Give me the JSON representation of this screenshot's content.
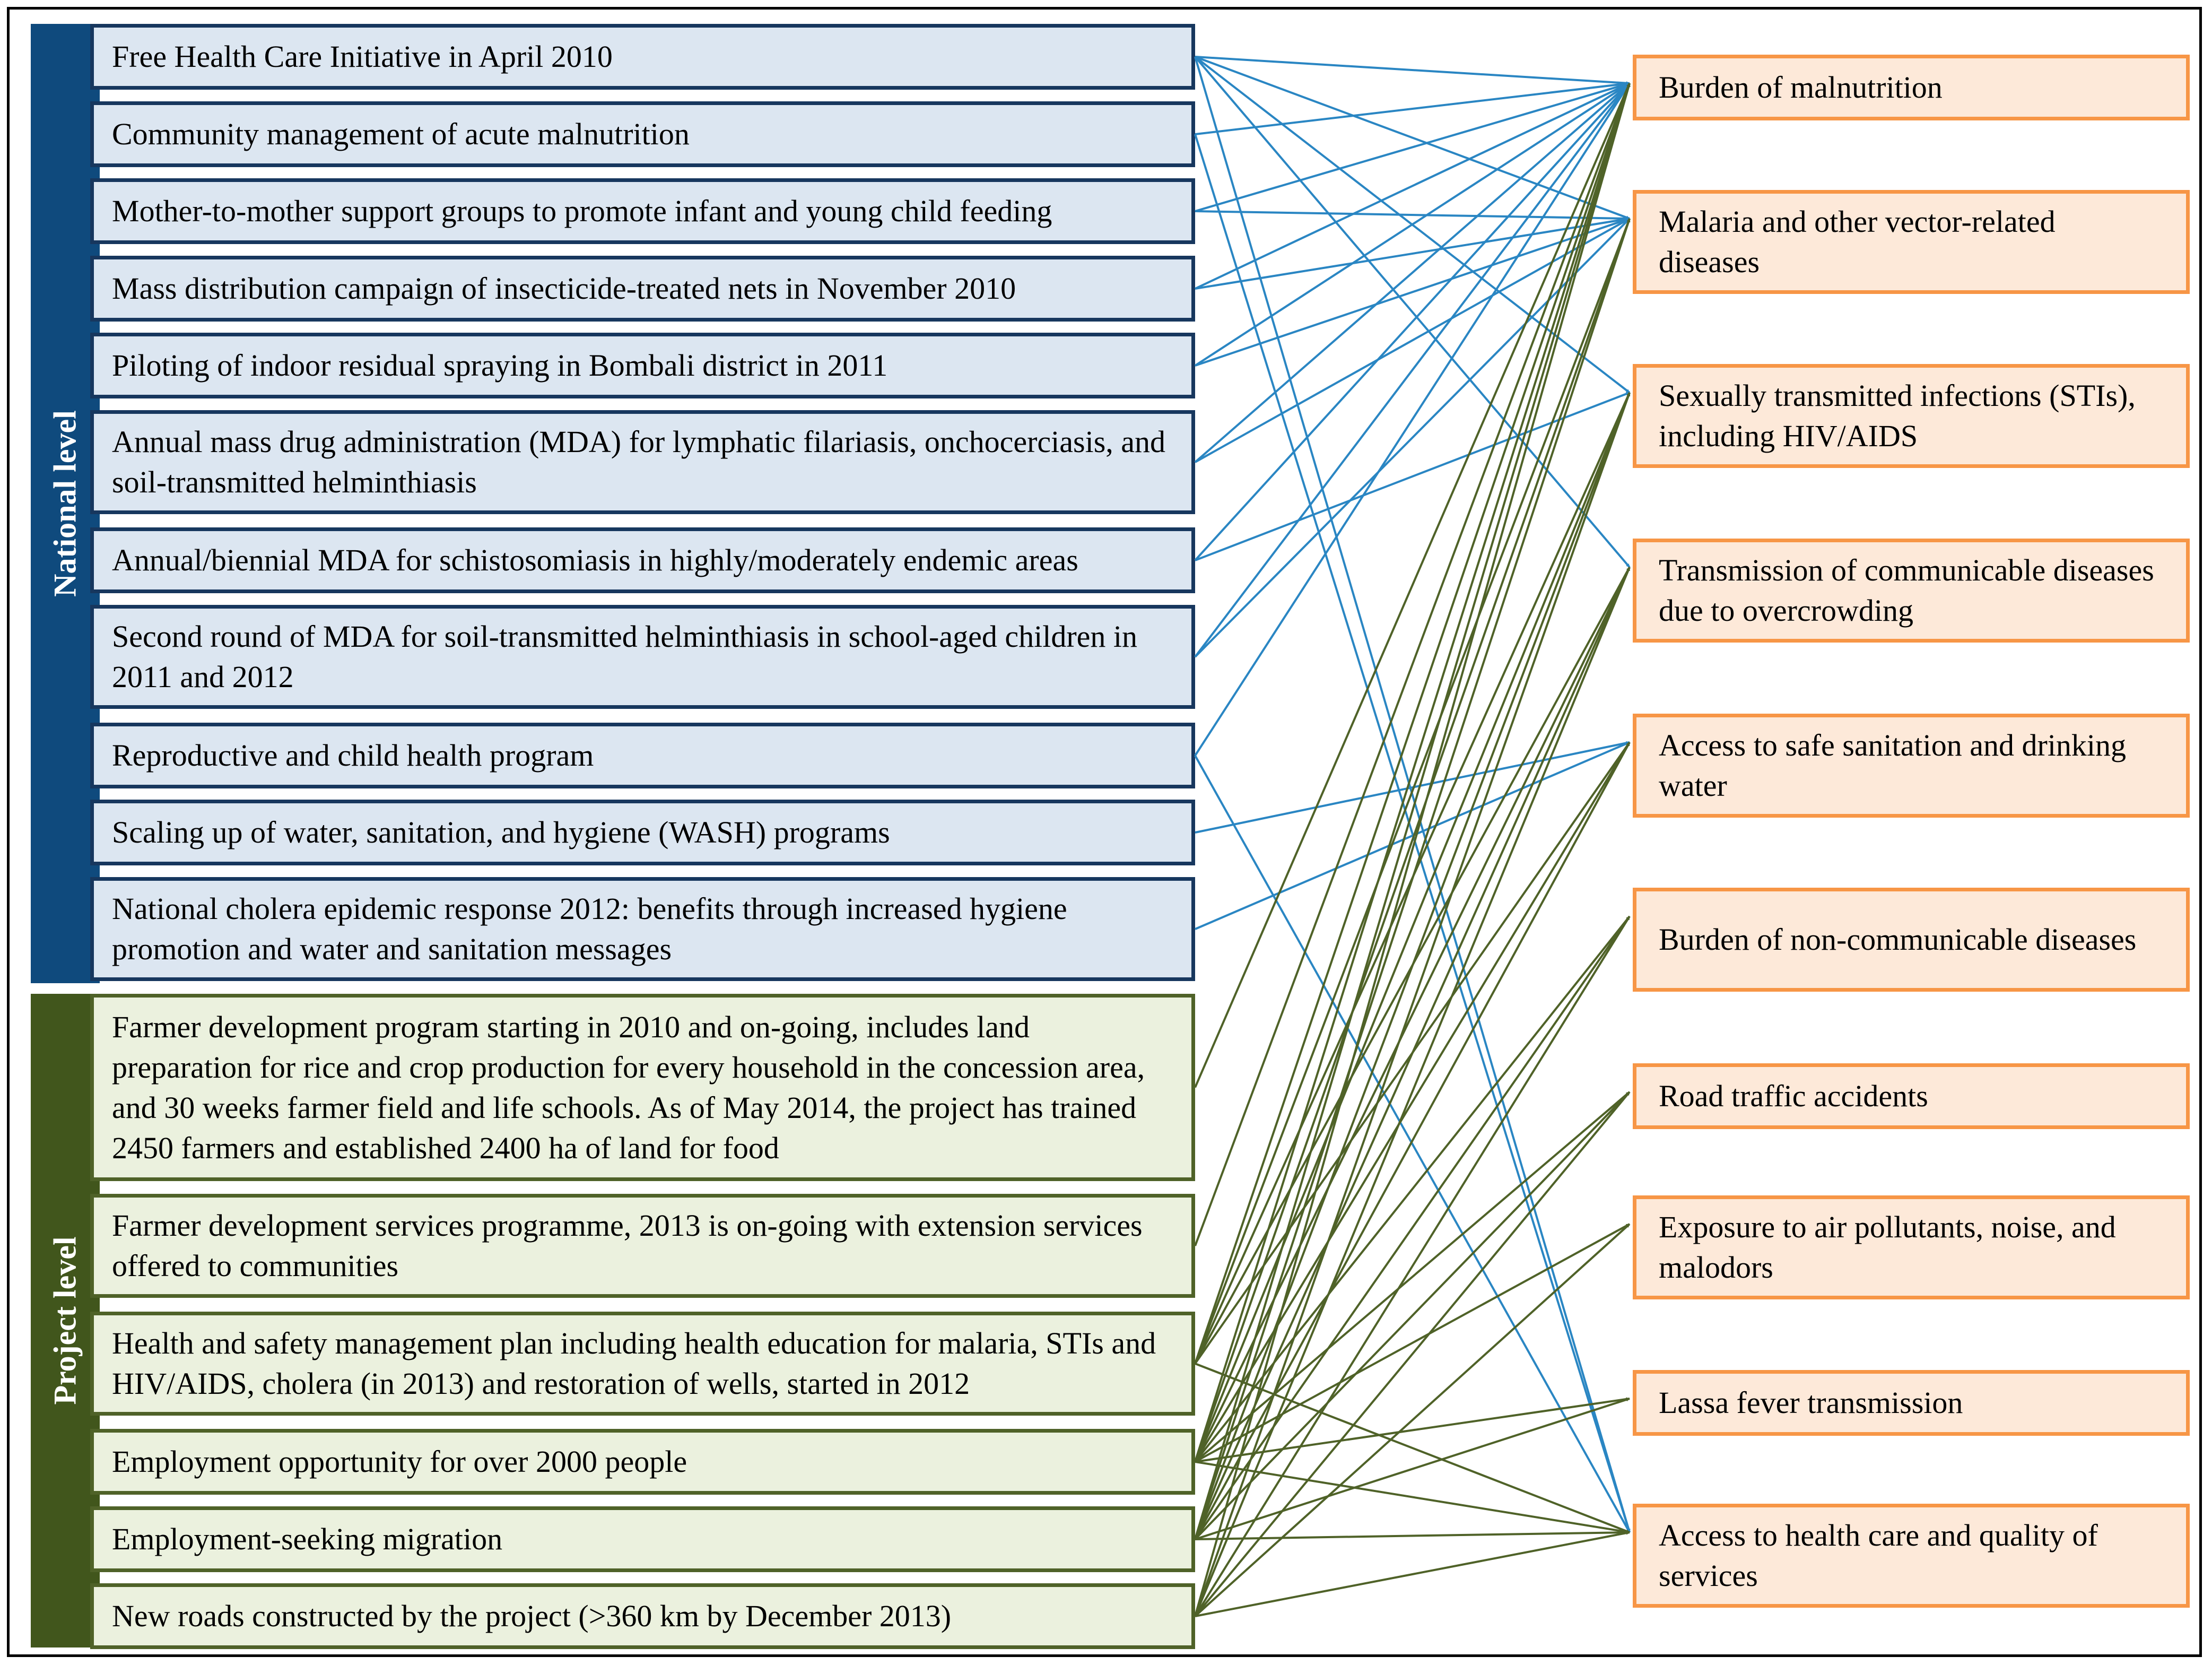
{
  "levels": {
    "national": "National level",
    "project": "Project level"
  },
  "colors": {
    "national_bar": "#0f4a7d",
    "project_bar": "#41561c",
    "national_fill": "#dce6f1",
    "project_fill": "#ebf1de",
    "outcome_fill": "#fde9d9",
    "outcome_border": "#f79646",
    "national_arrow": "#2a86c3",
    "project_arrow": "#4f6228"
  },
  "national_interventions": [
    "Free Health Care Initiative in April 2010",
    "Community management of acute malnutrition",
    "Mother-to-mother support groups to promote infant and young child feeding",
    "Mass distribution campaign of insecticide-treated nets in November 2010",
    "Piloting of indoor residual spraying in Bombali district in 2011",
    "Annual mass drug administration (MDA) for lymphatic filariasis, onchocerciasis, and soil-transmitted helminthiasis",
    "Annual/biennial MDA for schistosomiasis in highly/moderately endemic areas",
    "Second round of MDA for soil-transmitted helminthiasis in school-aged children in 2011 and 2012",
    "Reproductive and child health program",
    "Scaling up of water, sanitation, and hygiene (WASH) programs",
    "National cholera epidemic response 2012: benefits through increased hygiene promotion and water and sanitation messages"
  ],
  "project_interventions": [
    "Farmer development program starting in 2010 and on-going, includes land preparation for rice and crop production for every household in the concession area, and 30 weeks farmer field and life schools. As of May 2014, the project has trained 2450 farmers and established 2400 ha of land for food",
    "Farmer development services programme, 2013 is on-going with extension services offered to communities",
    "Health and safety management plan including health education for malaria, STIs and HIV/AIDS, cholera (in 2013) and restoration of wells, started in 2012",
    "Employment opportunity for over 2000 people",
    "Employment-seeking migration",
    "New roads constructed by the project (>360 km by December 2013)"
  ],
  "outcomes": [
    "Burden of malnutrition",
    "Malaria and other vector-related diseases",
    "Sexually transmitted infections (STIs), including HIV/AIDS",
    "Transmission of communicable diseases due to overcrowding",
    "Access to safe sanitation and drinking water",
    "Burden of non-communicable diseases",
    "Road traffic accidents",
    "Exposure to air pollutants, noise, and malodors",
    "Lassa fever transmission",
    "Access to health care and quality of services"
  ],
  "links_national": [
    [
      0,
      0
    ],
    [
      0,
      1
    ],
    [
      0,
      2
    ],
    [
      0,
      3
    ],
    [
      0,
      9
    ],
    [
      1,
      0
    ],
    [
      1,
      9
    ],
    [
      2,
      0
    ],
    [
      2,
      1
    ],
    [
      3,
      0
    ],
    [
      3,
      1
    ],
    [
      4,
      0
    ],
    [
      4,
      1
    ],
    [
      5,
      0
    ],
    [
      5,
      1
    ],
    [
      6,
      0
    ],
    [
      6,
      2
    ],
    [
      7,
      0
    ],
    [
      7,
      1
    ],
    [
      8,
      0
    ],
    [
      8,
      9
    ],
    [
      9,
      4
    ],
    [
      10,
      4
    ]
  ],
  "links_project": [
    [
      0,
      0
    ],
    [
      1,
      0
    ],
    [
      2,
      0
    ],
    [
      2,
      1
    ],
    [
      2,
      2
    ],
    [
      2,
      3
    ],
    [
      2,
      4
    ],
    [
      2,
      9
    ],
    [
      3,
      0
    ],
    [
      3,
      1
    ],
    [
      3,
      2
    ],
    [
      3,
      3
    ],
    [
      3,
      4
    ],
    [
      3,
      5
    ],
    [
      3,
      6
    ],
    [
      3,
      7
    ],
    [
      3,
      8
    ],
    [
      3,
      9
    ],
    [
      4,
      0
    ],
    [
      4,
      1
    ],
    [
      4,
      2
    ],
    [
      4,
      3
    ],
    [
      4,
      4
    ],
    [
      4,
      5
    ],
    [
      4,
      6
    ],
    [
      4,
      8
    ],
    [
      4,
      9
    ],
    [
      5,
      0
    ],
    [
      5,
      2
    ],
    [
      5,
      3
    ],
    [
      5,
      5
    ],
    [
      5,
      6
    ],
    [
      5,
      7
    ],
    [
      5,
      9
    ]
  ]
}
